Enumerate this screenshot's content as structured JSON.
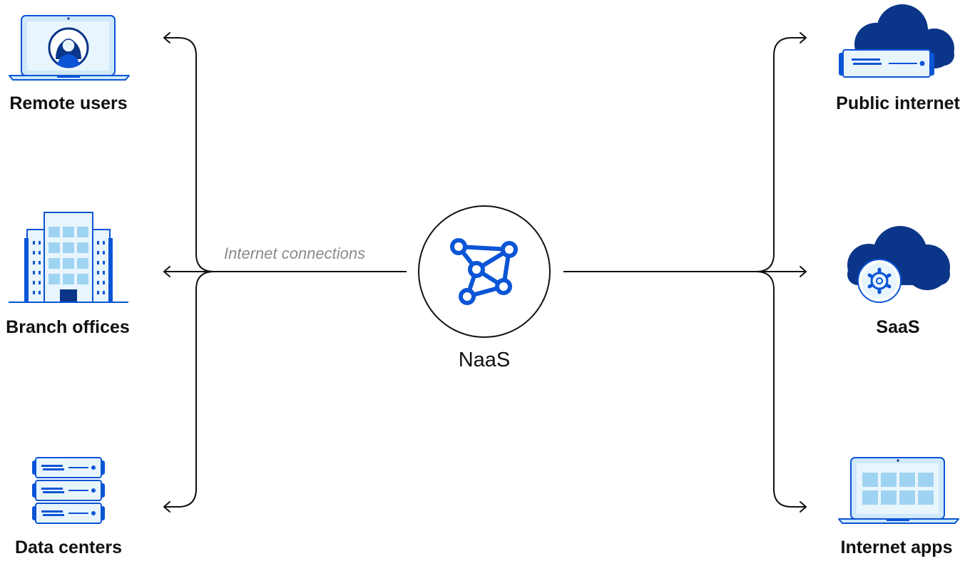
{
  "hub": {
    "label": "NaaS",
    "icon": "network-mesh-icon"
  },
  "connection_label": "Internet connections",
  "left_nodes": [
    {
      "label": "Remote users",
      "icon": "laptop-user-icon"
    },
    {
      "label": "Branch offices",
      "icon": "office-building-icon"
    },
    {
      "label": "Data centers",
      "icon": "server-rack-icon"
    }
  ],
  "right_nodes": [
    {
      "label": "Public internet",
      "icon": "cloud-server-icon"
    },
    {
      "label": "SaaS",
      "icon": "cloud-gear-icon"
    },
    {
      "label": "Internet apps",
      "icon": "laptop-apps-icon"
    }
  ],
  "colors": {
    "dark_blue": "#0a3588",
    "blue": "#0b55d6",
    "light_blue": "#cfe8fb",
    "pale_blue": "#e9f5fd",
    "line": "#111111"
  }
}
